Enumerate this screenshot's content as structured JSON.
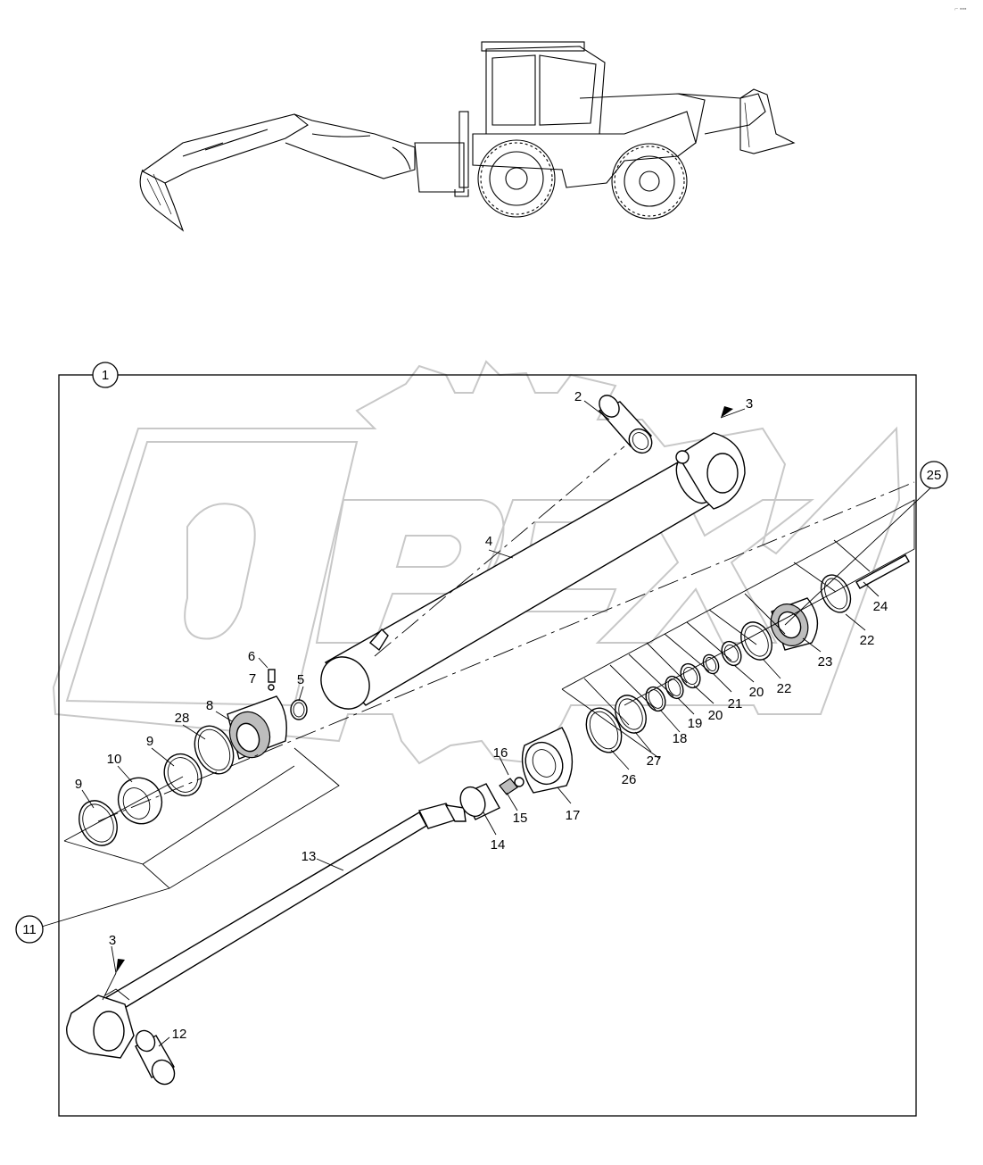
{
  "diagram": {
    "assembly_callout": "1",
    "callouts": [
      "2",
      "3",
      "4",
      "5",
      "6",
      "7",
      "8",
      "9",
      "10",
      "11",
      "12",
      "13",
      "14",
      "15",
      "16",
      "17",
      "18",
      "19",
      "20",
      "21",
      "22",
      "23",
      "24",
      "25",
      "26",
      "27",
      "28"
    ]
  },
  "watermark": {
    "text": "OPEX"
  },
  "icons": {
    "machine": "backhoe-loader-illustration",
    "watermark_logo": "opex-gear-logo"
  }
}
